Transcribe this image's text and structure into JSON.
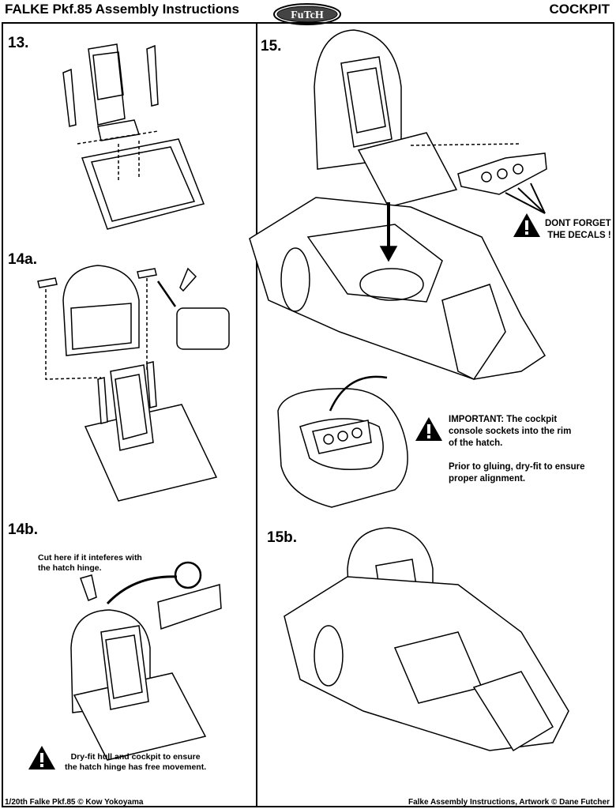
{
  "header": {
    "title": "FALKE Pkf.85 Assembly Instructions",
    "logo_text": "FuTcH",
    "section": "COCKPIT"
  },
  "steps": {
    "s13": "13.",
    "s14a": "14a.",
    "s14b": "14b.",
    "s15": "15.",
    "s15b": "15b."
  },
  "notes": {
    "decals_line1": "DONT FORGET",
    "decals_line2": "THE DECALS !",
    "important_line1": "IMPORTANT:  The cockpit",
    "important_line2": "console sockets into the rim",
    "important_line3": "of the hatch.",
    "prior_line1": "Prior to gluing, dry-fit to ensure",
    "prior_line2": "proper alignment.",
    "cut_line1": "Cut here if it inteferes with",
    "cut_line2": "the hatch hinge.",
    "dryfit_line1": "Dry-fit hull and cockpit to ensure",
    "dryfit_line2": "the hatch hinge has free movement."
  },
  "footer": {
    "left": "1/20th Falke Pkf.85 © Kow Yokoyama",
    "right": "Falke Assembly Instructions, Artwork © Dane Futcher"
  },
  "icons": [
    "warning-icon",
    "knife-icon",
    "arrow-icon"
  ]
}
